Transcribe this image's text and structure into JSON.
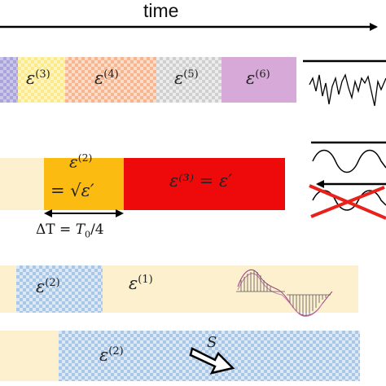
{
  "axis": {
    "label": "time"
  },
  "colors": {
    "beige": "#fdf0cf",
    "checker_blue": "#bcd5ee",
    "checker_yellow": "#fbf0a0",
    "checker_orange": "#f7cbb0",
    "checker_gray": "#d8d8d8",
    "violet": "#d7a9d8",
    "amber": "#fbbb10",
    "red": "#ee0a0a"
  },
  "row1": {
    "eps3": {
      "sym": "ε",
      "sup": "(3)"
    },
    "eps4": {
      "sym": "ε",
      "sup": "(4)"
    },
    "eps5": {
      "sym": "ε",
      "sup": "(5)"
    },
    "eps6": {
      "sym": "ε",
      "sup": "(6)"
    }
  },
  "row2": {
    "eps2_sym": "ε",
    "eps2_sup": "(2)",
    "eps2_expr": "= √ε′",
    "eps3_text": "ε⁽³⁾ = ε′",
    "dt_delta": "ΔT",
    "dt_eq": " = ",
    "dt_T": "T",
    "dt_sub": "0",
    "dt_rest": "/4"
  },
  "row3": {
    "eps2": {
      "sym": "ε",
      "sup": "(2)"
    },
    "eps1": {
      "sym": "ε",
      "sup": "(1)"
    }
  },
  "row4": {
    "eps2": {
      "sym": "ε",
      "sup": "(2)"
    },
    "arrow_label": "S"
  }
}
